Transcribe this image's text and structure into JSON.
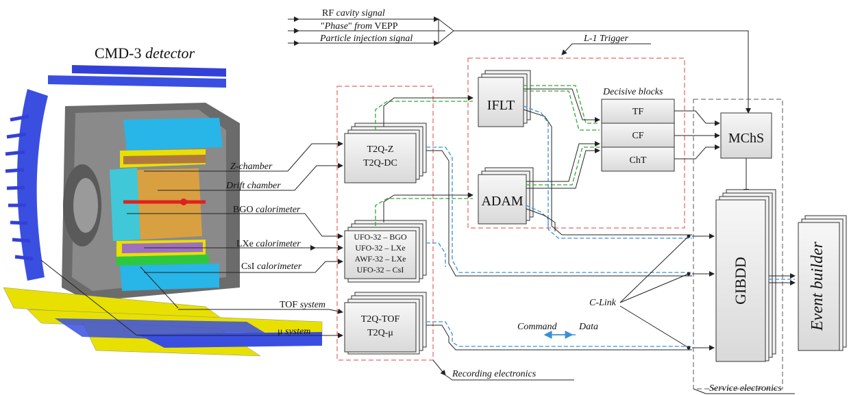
{
  "title": {
    "main": "CMD-3 ",
    "italic": "detector"
  },
  "inputs": {
    "rf": {
      "a": "RF ",
      "b": "cavity signal"
    },
    "phase": {
      "a": "\"",
      "b": "Phase",
      "c": "\" ",
      "d": "from",
      "e": " VEPP"
    },
    "injection": "Particle injection signal"
  },
  "detector_labels": {
    "zchamber": "Z-chamber",
    "drift": "Drift chamber",
    "bgo": {
      "a": "BGO ",
      "b": "calorimeter"
    },
    "lxe": {
      "a": "LXe ",
      "b": "calorimeter"
    },
    "csi": {
      "a": "CsI ",
      "b": "calorimeter"
    },
    "tof": {
      "a": "TOF ",
      "b": "system"
    },
    "mu": {
      "a": "μ ",
      "b": "system"
    }
  },
  "recording": {
    "t2qz": [
      "T2Q-Z",
      "T2Q-DC"
    ],
    "ufo": [
      "UFO-32 – BGO",
      "UFO-32 – LXe",
      "AWF-32 – LXe",
      "UFO-32 – CsI"
    ],
    "tof": [
      "T2Q-TOF",
      "T2Q-μ"
    ],
    "label": "Recording electronics"
  },
  "trigger": {
    "label": {
      "a": "L",
      "b": "-1 Trigger"
    },
    "iflt": "IFLT",
    "adam": "ADAM",
    "decisive_label": "Decisive blocks",
    "decisive": [
      "TF",
      "CF",
      "ChT"
    ]
  },
  "service": {
    "mchs": "MChS",
    "gibdd": "GIBDD",
    "event_builder": "Event builder",
    "label": "Service electronics"
  },
  "legend": {
    "clink": "C-Link",
    "command": "Command",
    "data": "Data"
  },
  "colors": {
    "green_wire": "#2fa82f",
    "blue_wire": "#3a8fd8",
    "trigger_frame": "#e04040",
    "detector_blue": "#3a4fe0",
    "detector_yellow": "#e8e000"
  }
}
